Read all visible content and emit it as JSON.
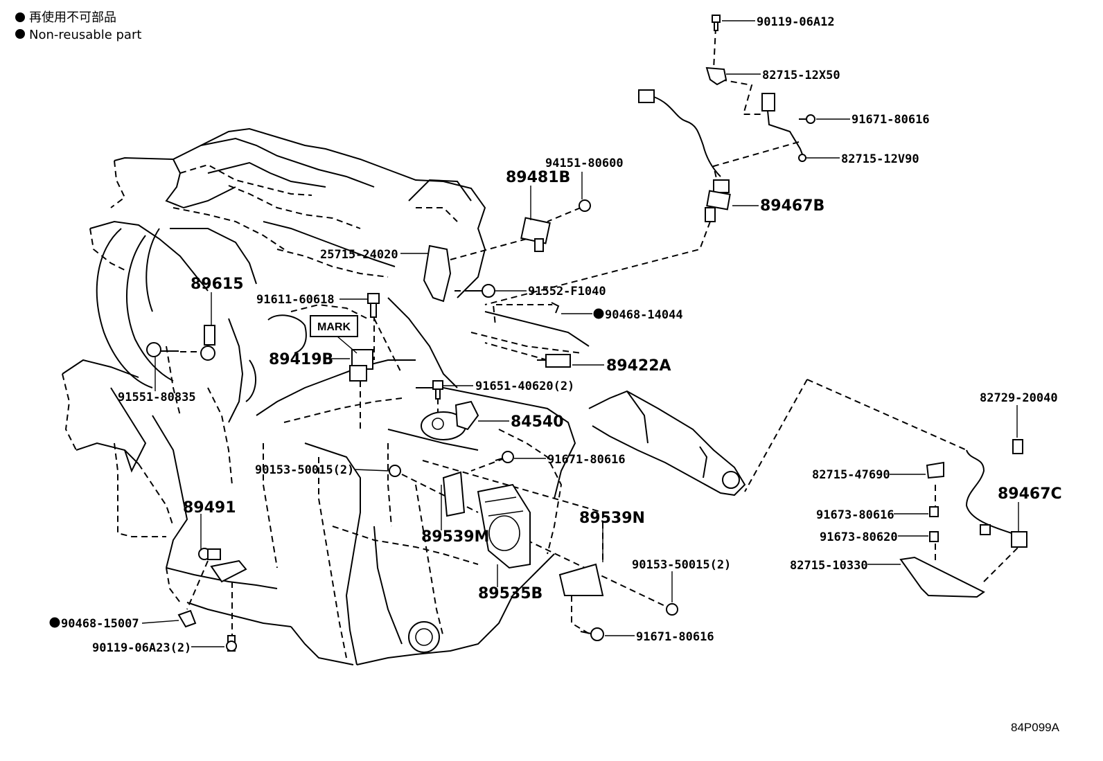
{
  "legend": {
    "japanese": "再使用不可部品",
    "english": "Non-reusable part"
  },
  "diagram_code": "84P099A",
  "mark_label": "MARK",
  "parts": {
    "p9011906A12": "90119-06A12",
    "p8271512X50": "82715-12X50",
    "p9167180616a": "91671-80616",
    "p8271512V90": "82715-12V90",
    "p89467B": "89467B",
    "p9415180600": "94151-80600",
    "p89481B": "89481B",
    "p2571524020": "25715-24020",
    "p91552F1040": "91552-F1040",
    "p9046814044": "90468-14044",
    "p89615": "89615",
    "p9161160618": "91611-60618",
    "p89419B": "89419B",
    "p89422A": "89422A",
    "p9155180835": "91551-80835",
    "p9165140620": "91651-40620(2)",
    "p8272920040": "82729-20040",
    "p84540": "84540",
    "p9167180616b": "91671-80616",
    "p9015350015a": "90153-50015(2)",
    "p8271547690": "82715-47690",
    "p89467C": "89467C",
    "p89491": "89491",
    "p89539N": "89539N",
    "p9167380616": "91673-80616",
    "p89539M": "89539M",
    "p9167380620": "91673-80620",
    "p9015350015b": "90153-50015(2)",
    "p8271510330": "82715-10330",
    "p89535B": "89535B",
    "p9046815007": "90468-15007",
    "p9011906A23": "90119-06A23(2)",
    "p9167180616c": "91671-80616"
  }
}
